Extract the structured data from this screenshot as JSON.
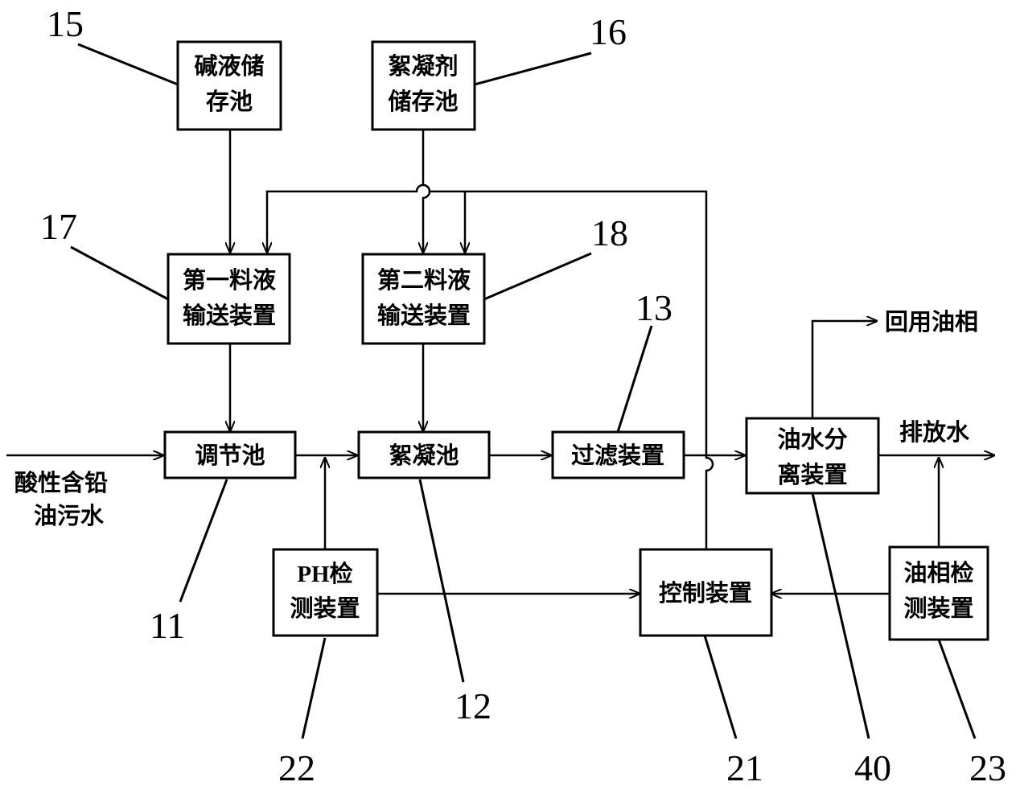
{
  "boxes": {
    "alkali_tank": {
      "line1": "碱液储",
      "line2": "存池"
    },
    "flocculant_tank": {
      "line1": "絮凝剂",
      "line2": "储存池"
    },
    "first_conveyor": {
      "line1": "第一料液",
      "line2": "输送装置"
    },
    "second_conveyor": {
      "line1": "第二料液",
      "line2": "输送装置"
    },
    "regulating_tank": {
      "line1": "调节池"
    },
    "flocculation_tank": {
      "line1": "絮凝池"
    },
    "filter": {
      "line1": "过滤装置"
    },
    "oil_water_separator": {
      "line1": "油水分",
      "line2": "离装置"
    },
    "ph_detector": {
      "line1_prefix": "PH",
      "line1_suffix": "检",
      "line2": "测装置"
    },
    "controller": {
      "line1": "控制装置"
    },
    "oil_detector": {
      "line1": "油相检",
      "line2": "测装置"
    }
  },
  "labels": {
    "input_line1": "酸性含铅",
    "input_line2": "油污水",
    "recycled_oil": "回用油相",
    "discharge_water": "排放水"
  },
  "refs": {
    "n15": "15",
    "n16": "16",
    "n17": "17",
    "n18": "18",
    "n13": "13",
    "n11": "11",
    "n12": "12",
    "n22": "22",
    "n21": "21",
    "n40": "40",
    "n23": "23"
  }
}
